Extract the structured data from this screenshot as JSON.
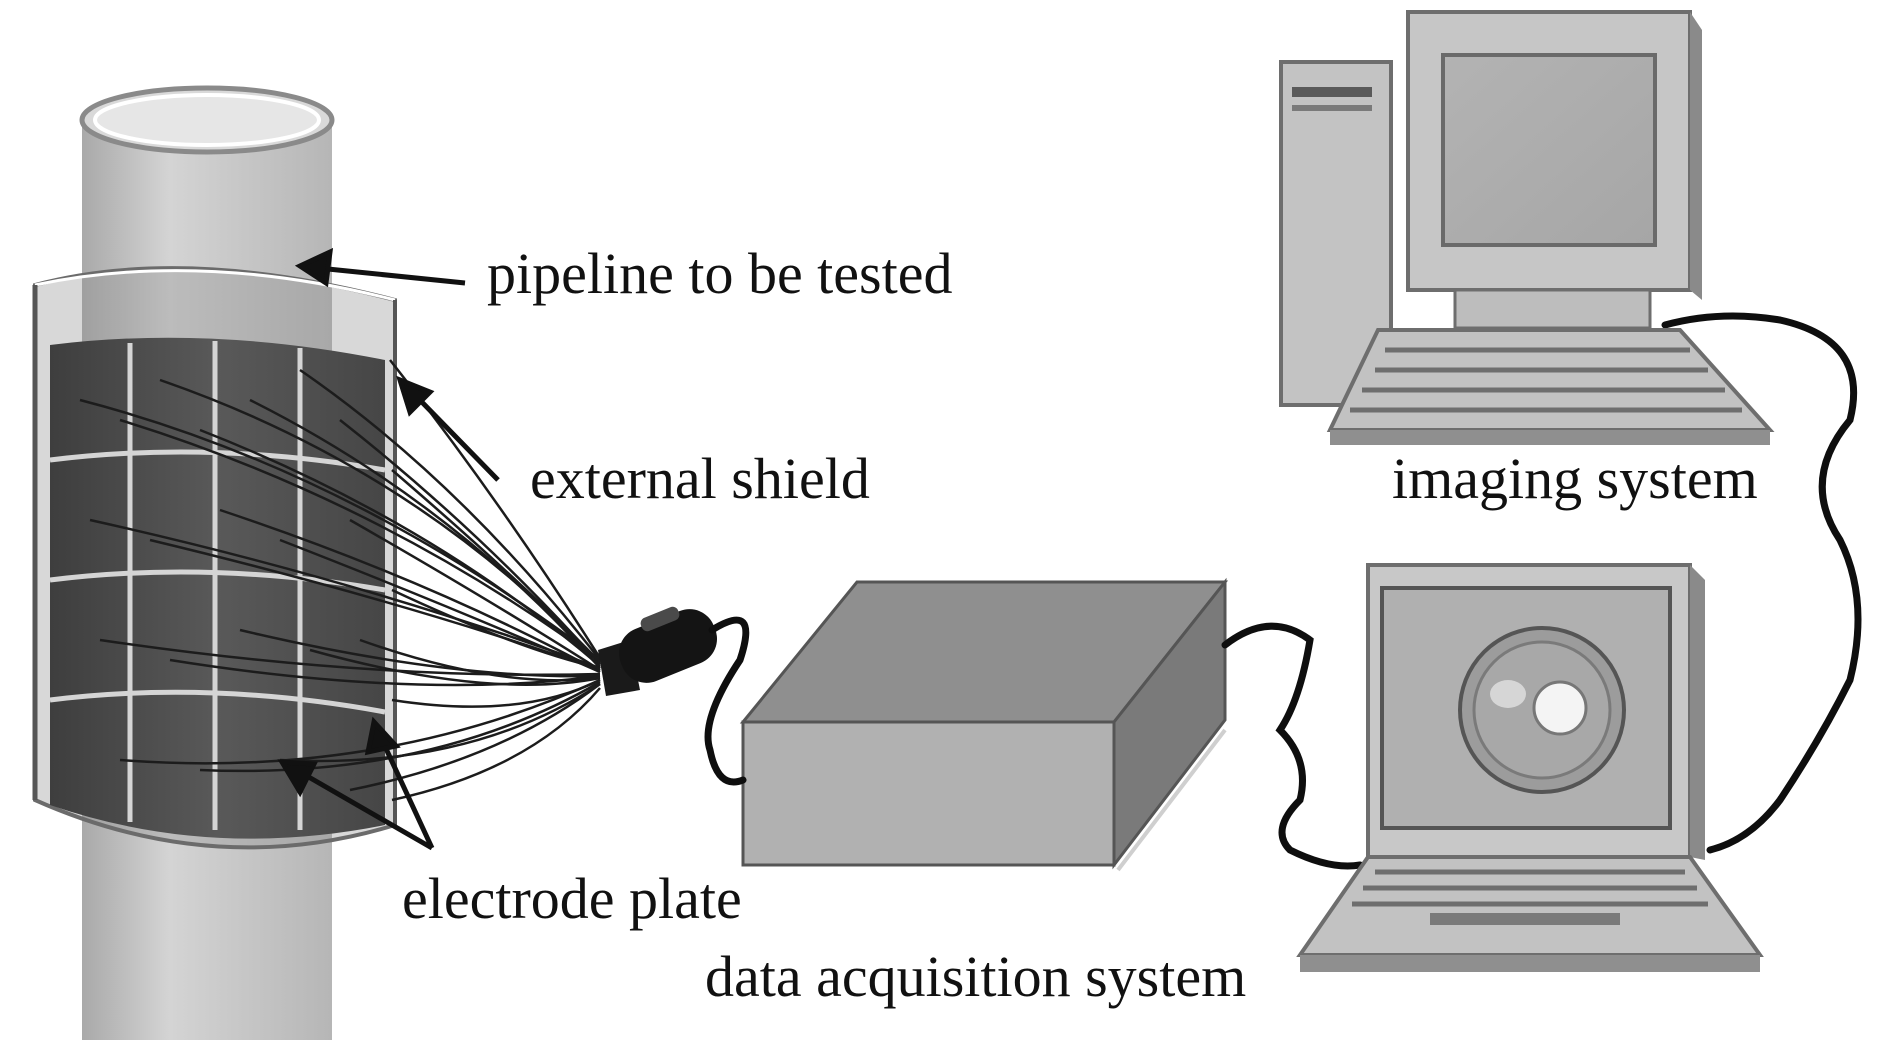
{
  "labels": {
    "pipeline": "pipeline to be tested",
    "shield": "external shield",
    "electrode": "electrode plate",
    "daq": "data acquisition system",
    "imaging": "imaging system"
  },
  "colors": {
    "pipe": "#cdcdcd",
    "pipe_shade": "#b4b4b4",
    "electrode_band": "#545454",
    "box_front": "#b2b2b2",
    "box_top": "#909090",
    "box_side": "#7c7c7c",
    "computer_body": "#c4c4c4",
    "cable": "#101010"
  },
  "icons": [
    "pipe-cylinder",
    "electrode-array",
    "connector-plug",
    "daq-box",
    "desktop-computer",
    "laptop-computer"
  ]
}
